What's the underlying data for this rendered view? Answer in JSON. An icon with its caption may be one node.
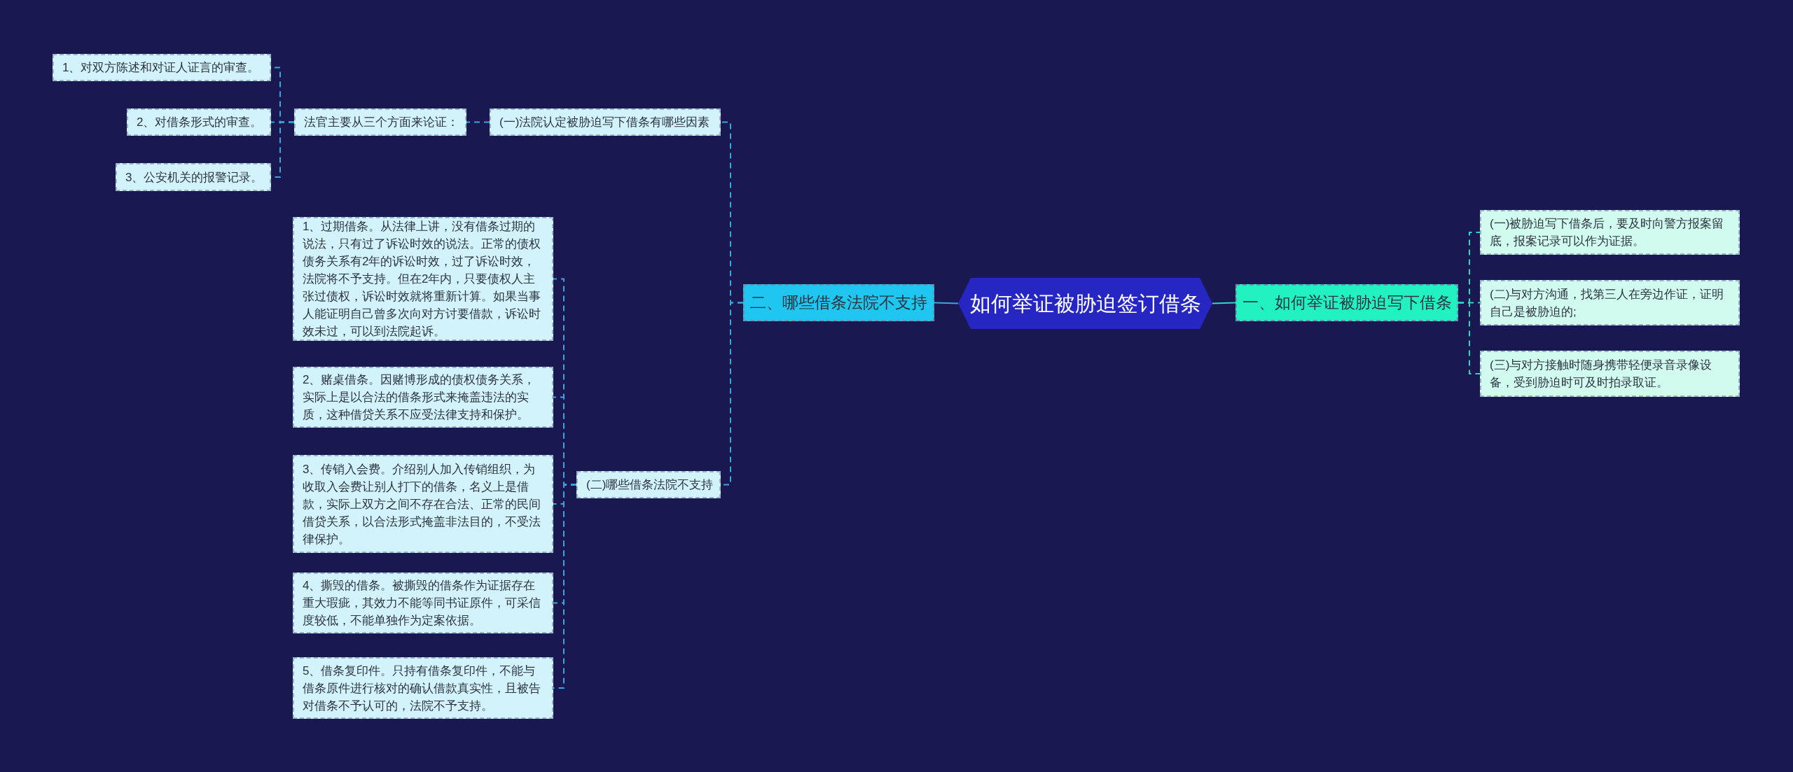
{
  "diagram": {
    "nodes": [
      {
        "text": [
          "如何举证被胁迫签订借条"
        ]
      },
      {
        "text": [
          "二、哪些借条法院不支持"
        ]
      },
      {
        "text": [
          "(一)法院认定被胁迫写下借条有哪些因素"
        ]
      },
      {
        "text": [
          "法官主要从三个方面来论证："
        ]
      },
      {
        "text": [
          "1、对双方陈述和对证人证言的审查。"
        ]
      },
      {
        "text": [
          "2、对借条形式的审查。"
        ]
      },
      {
        "text": [
          "3、公安机关的报警记录。"
        ]
      },
      {
        "text": [
          "(二)哪些借条法院不支持"
        ]
      },
      {
        "text": [
          "1、过期借条。从法律上讲，没有借条过期的说法，只有过了诉讼时效的说法。正常的债权债务关系有2年的诉讼时效，过了诉讼时效，法院将不予支持。但在2年内，只要债权人主张过债权，诉讼时效就将重新计算。如果当事人能证明自己曾多次向对方讨要借款，诉讼时效未过，可以到法院起诉。"
        ]
      },
      {
        "text": [
          "2、赌桌借条。因赌博形成的债权债务关系，实际上是以合法的借条形式来掩盖违法的实质，这种借贷关系不应受法律支持和保护。"
        ]
      },
      {
        "text": [
          "3、传销入会费。介绍别人加入传销组织，为收取入会费让别人打下的借条，名义上是借款，实际上双方之间不存在合法、正常的民间借贷关系，以合法形式掩盖非法目的，不受法律保护。"
        ]
      },
      {
        "text": [
          "4、撕毁的借条。被撕毁的借条作为证据存在重大瑕疵，其效力不能等同书证原件，可采信度较低，不能单独作为定案依据。"
        ]
      },
      {
        "text": [
          "5、借条复印件。只持有借条复印件，不能与借条原件进行核对的确认借款真实性，且被告对借条不予认可的，法院不予支持。"
        ]
      },
      {
        "text": [
          "一、如何举证被胁迫写下借条"
        ]
      },
      {
        "text": [
          "(一)被胁迫写下借条后，要及时向警方报案留底，报案记录可以作为证据。"
        ]
      },
      {
        "text": [
          "(二)与对方沟通，找第三人在旁边作证，证明自己是被胁迫的;"
        ]
      },
      {
        "text": [
          "(三)与对方接触时随身携带轻便录音录像设备，受到胁迫时可及时拍录取证。"
        ]
      }
    ],
    "edges": [
      {
        "from": 0,
        "to": 1,
        "arrow": "none"
      },
      {
        "from": 1,
        "to": 2,
        "arrow": "none",
        "style": "dashed"
      },
      {
        "from": 1,
        "to": 7,
        "arrow": "none",
        "style": "dashed"
      },
      {
        "from": 2,
        "to": 3,
        "arrow": "none",
        "style": "dashed"
      },
      {
        "from": 3,
        "to": 4,
        "arrow": "none",
        "style": "dashed"
      },
      {
        "from": 3,
        "to": 5,
        "arrow": "none",
        "style": "dashed"
      },
      {
        "from": 3,
        "to": 6,
        "arrow": "none",
        "style": "dashed"
      },
      {
        "from": 7,
        "to": 8,
        "arrow": "none",
        "style": "dashed"
      },
      {
        "from": 7,
        "to": 9,
        "arrow": "none",
        "style": "dashed"
      },
      {
        "from": 7,
        "to": 10,
        "arrow": "none",
        "style": "dashed"
      },
      {
        "from": 7,
        "to": 11,
        "arrow": "none",
        "style": "dashed"
      },
      {
        "from": 7,
        "to": 12,
        "arrow": "none",
        "style": "dashed"
      },
      {
        "from": 0,
        "to": 13,
        "arrow": "none",
        "color": "#2ad8c4"
      },
      {
        "from": 13,
        "to": 14,
        "arrow": "none",
        "style": "dashed",
        "color": "#2ad8c4"
      },
      {
        "from": 13,
        "to": 15,
        "arrow": "none",
        "style": "dashed",
        "color": "#2ad8c4"
      },
      {
        "from": 13,
        "to": 16,
        "arrow": "none",
        "style": "dashed",
        "color": "#2ad8c4"
      }
    ]
  }
}
